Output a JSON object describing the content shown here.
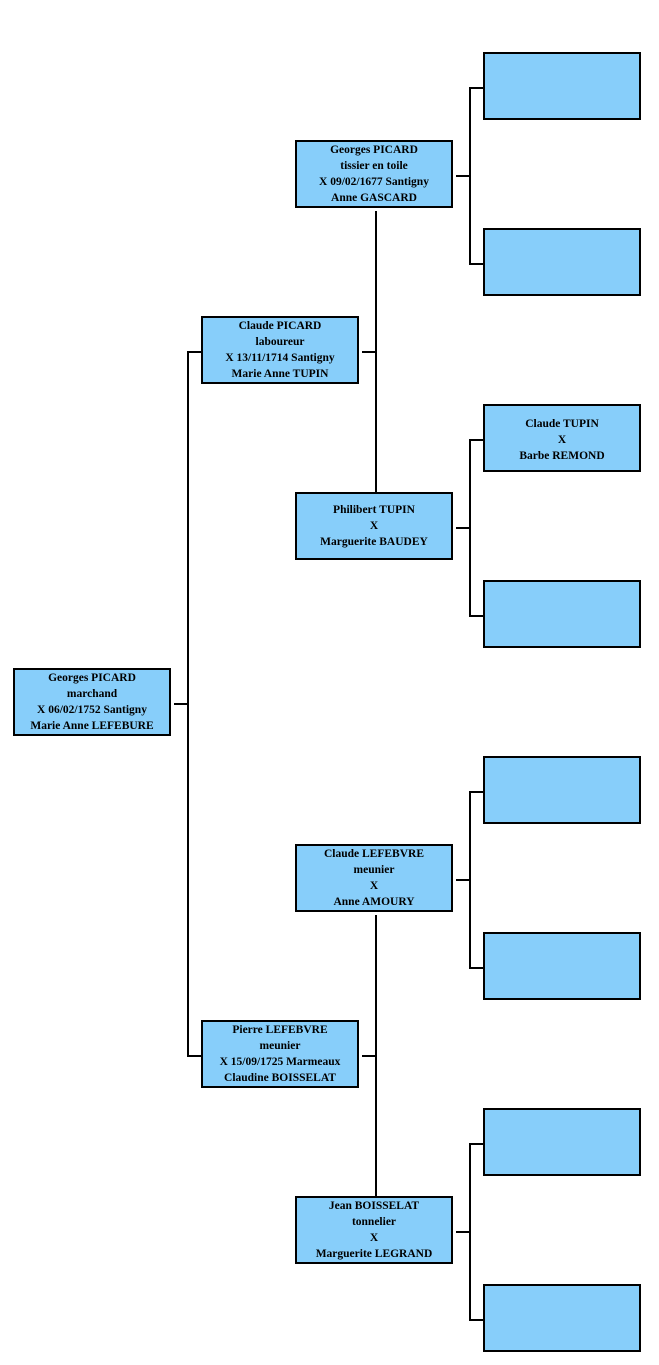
{
  "tree": {
    "root": {
      "lines": [
        "Georges PICARD",
        "marchand",
        "X  06/02/1752  Santigny",
        "Marie Anne LEFEBURE"
      ]
    },
    "father": {
      "lines": [
        "Claude PICARD",
        "laboureur",
        "X  13/11/1714  Santigny",
        "Marie Anne TUPIN"
      ]
    },
    "mother": {
      "lines": [
        "Pierre LEFEBVRE",
        "meunier",
        "X  15/09/1725  Marmeaux",
        "Claudine BOISSELAT"
      ]
    },
    "ff": {
      "lines": [
        "Georges PICARD",
        "tissier en toile",
        "X  09/02/1677  Santigny",
        "Anne GASCARD"
      ]
    },
    "fm": {
      "lines": [
        "Philibert TUPIN",
        "X",
        "Marguerite BAUDEY"
      ]
    },
    "mf": {
      "lines": [
        "Claude LEFEBVRE",
        "meunier",
        "X",
        "Anne AMOURY"
      ]
    },
    "mm": {
      "lines": [
        "Jean BOISSELAT",
        "tonnelier",
        "X",
        "Marguerite LEGRAND"
      ]
    },
    "g3": [
      {
        "lines": []
      },
      {
        "lines": []
      },
      {
        "lines": [
          "Claude TUPIN",
          "X",
          "Barbe REMOND"
        ]
      },
      {
        "lines": []
      },
      {
        "lines": []
      },
      {
        "lines": []
      },
      {
        "lines": []
      },
      {
        "lines": []
      }
    ]
  }
}
